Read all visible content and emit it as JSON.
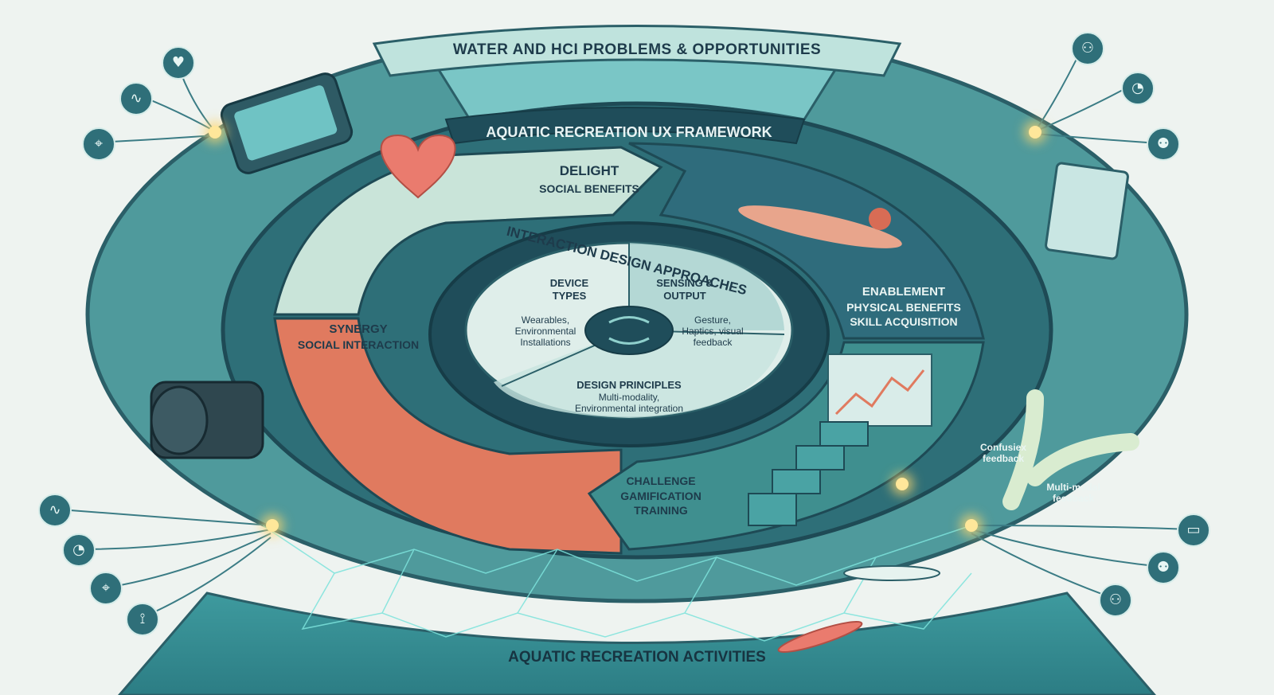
{
  "titles": {
    "outer": "WATER AND HCI PROBLEMS & OPPORTUNITIES",
    "framework": "AQUATIC RECREATION UX FRAMEWORK",
    "inner": "INTERACTION DESIGN APPROACHES",
    "bottom": "AQUATIC RECREATION ACTIVITIES"
  },
  "sections": {
    "delight": {
      "head": "DELIGHT",
      "sub": "SOCIAL BENEFITS"
    },
    "synergy": {
      "head": "SYNERGY",
      "sub": "SOCIAL INTERACTION"
    },
    "enablement": {
      "head": "ENABLEMENT",
      "sub1": "PHYSICAL BENEFITS",
      "sub2": "SKILL ACQUISITION"
    },
    "challenge": {
      "head": "CHALLENGE",
      "sub1": "GAMIFICATION",
      "sub2": "TRAINING"
    }
  },
  "inner_segments": {
    "device": {
      "head1": "DEVICE",
      "head2": "TYPES",
      "text1": "Wearables,",
      "text2": "Environmental",
      "text3": "Installations"
    },
    "sensing": {
      "head1": "SENSING &",
      "head2": "OUTPUT",
      "text1": "Gesture,",
      "text2": "Haptics, visual",
      "text3": "feedback"
    },
    "principles": {
      "head": "DESIGN PRINCIPLES",
      "text1": "Multi-modality,",
      "text2": "Environmental integration"
    }
  },
  "feedback": {
    "left": {
      "line1": "Confusiex",
      "line2": "feedback"
    },
    "right": {
      "line1": "Multi-modal",
      "line2": "feedback"
    }
  },
  "icons": {
    "left_top": [
      "heart-rate-icon",
      "pulse-icon",
      "location-icon"
    ],
    "left_bottom": [
      "pulse-icon",
      "gauge-icon",
      "location-icon",
      "network-icon"
    ],
    "right_top": [
      "people-network-icon",
      "gauge-icon",
      "group-icon"
    ],
    "right_bottom": [
      "chat-icon",
      "group-icon",
      "people-icon"
    ]
  },
  "colors": {
    "outer_ring": "#4f9a9c",
    "mid_ring": "#2e6f78",
    "inner_ring": "#1f4d5a",
    "delight": "#c9e4d9",
    "synergy": "#e07a5f",
    "enablement": "#2f6c7c",
    "challenge": "#3f8f8f",
    "center": "#dfeeea"
  }
}
